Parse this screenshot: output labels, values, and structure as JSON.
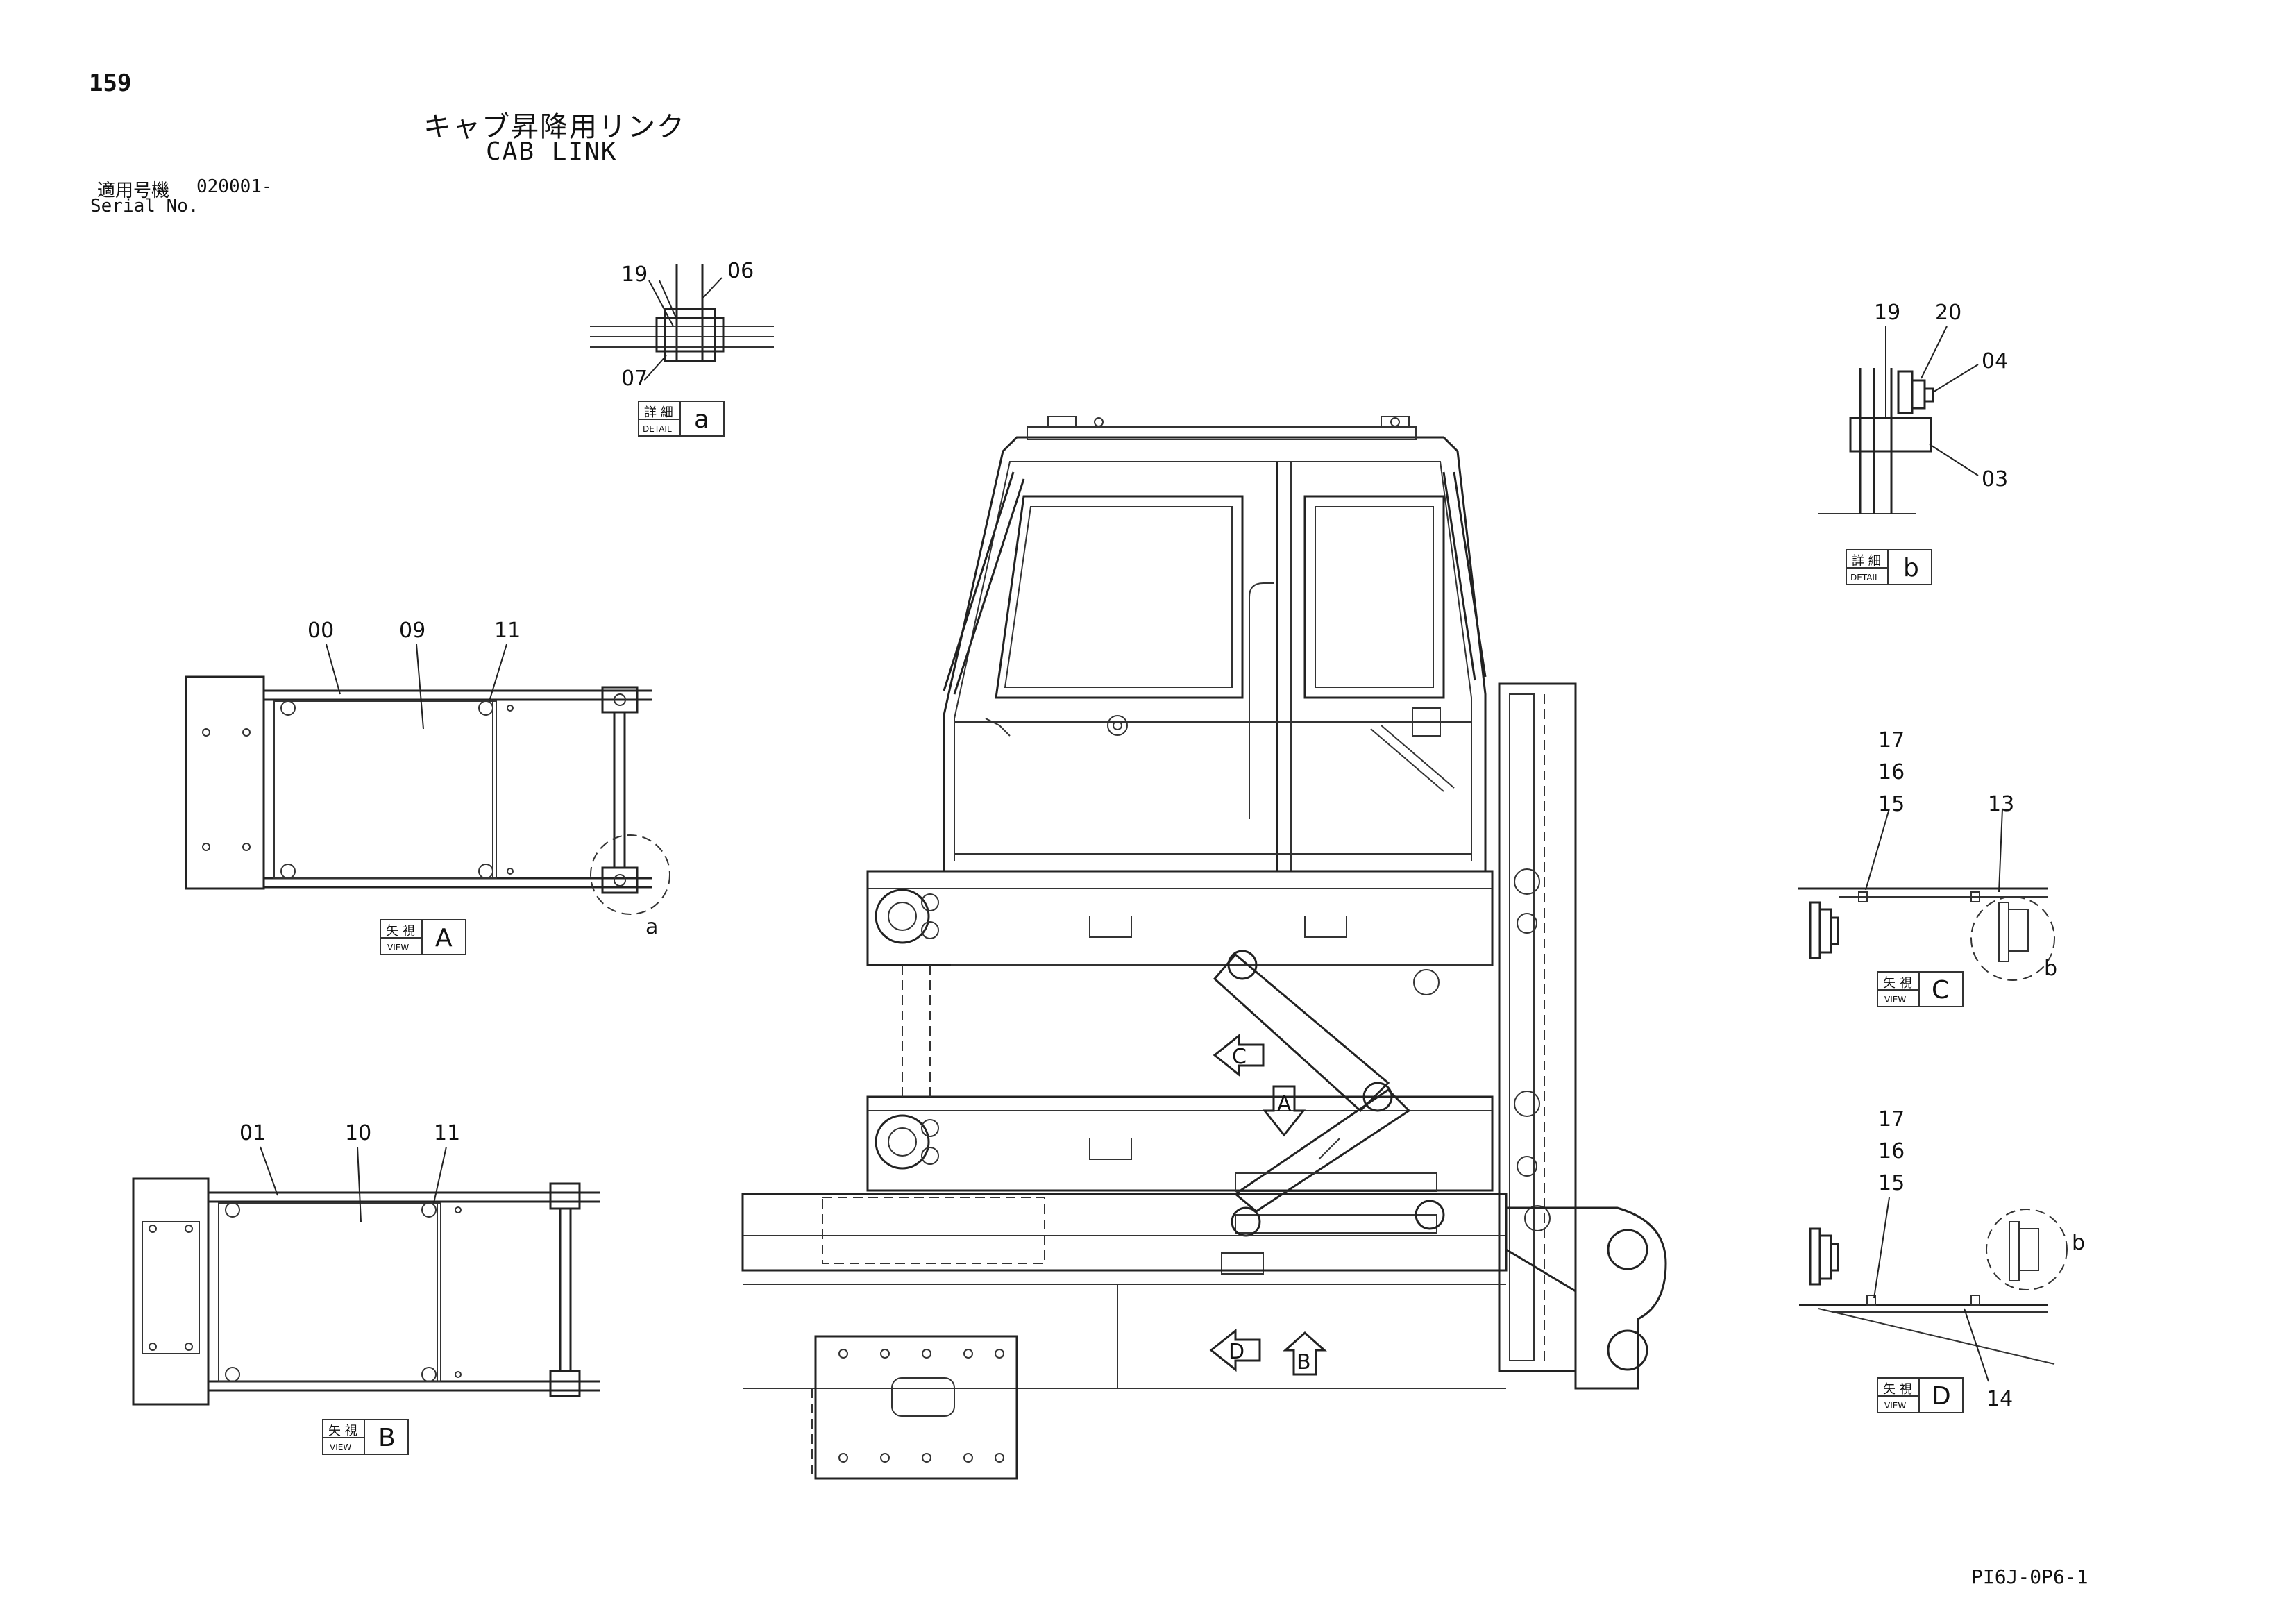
{
  "header": {
    "page_number": "159",
    "title_jp": "キャブ昇降用リンク",
    "title_en": "CAB LINK",
    "serial_label_jp": "適用号機",
    "serial_value": "020001-",
    "serial_label_en": "Serial No."
  },
  "views": {
    "detail_a": {
      "tag_jp": "詳 細",
      "tag_en": "DETAIL",
      "letter": "a",
      "parts": [
        "19",
        "06",
        "07"
      ]
    },
    "detail_b": {
      "tag_jp": "詳 細",
      "tag_en": "DETAIL",
      "letter": "b",
      "parts": [
        "19",
        "20",
        "04",
        "03"
      ]
    },
    "view_a": {
      "tag_jp": "矢 視",
      "tag_en": "VIEW",
      "letter": "A",
      "parts": [
        "00",
        "09",
        "11"
      ],
      "circle_label": "a"
    },
    "view_b": {
      "tag_jp": "矢 視",
      "tag_en": "VIEW",
      "letter": "B",
      "parts": [
        "01",
        "10",
        "11"
      ]
    },
    "view_c": {
      "tag_jp": "矢 視",
      "tag_en": "VIEW",
      "letter": "C",
      "parts": [
        "17",
        "16",
        "15",
        "13"
      ],
      "circle_label": "b"
    },
    "view_d": {
      "tag_jp": "矢 視",
      "tag_en": "VIEW",
      "letter": "D",
      "parts": [
        "17",
        "16",
        "15",
        "14"
      ],
      "circle_label": "b"
    }
  },
  "main_view": {
    "arrow_markers": [
      "C",
      "A",
      "D",
      "B"
    ]
  },
  "footer": {
    "doc_code": "PI6J-0P6-1"
  }
}
